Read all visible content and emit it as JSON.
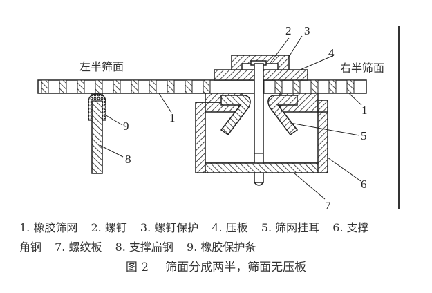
{
  "figure": {
    "side_labels": {
      "left": "左半筛面",
      "right": "右半筛面"
    },
    "callouts": [
      "1",
      "2",
      "3",
      "4",
      "5",
      "6",
      "7",
      "8",
      "9",
      "1"
    ],
    "legend_line_1": [
      "1. 橡胶筛网",
      "2. 螺钉",
      "3. 螺钉保护",
      "4. 压板",
      "5. 筛网挂耳",
      "6. 支撑"
    ],
    "legend_line_2": [
      "角钢",
      "7. 螺纹板",
      "8. 支撑扁钢",
      "9. 橡胶保护条"
    ],
    "caption": {
      "number": "图 2",
      "title": "筛面分成两半，筛面无压板"
    }
  }
}
